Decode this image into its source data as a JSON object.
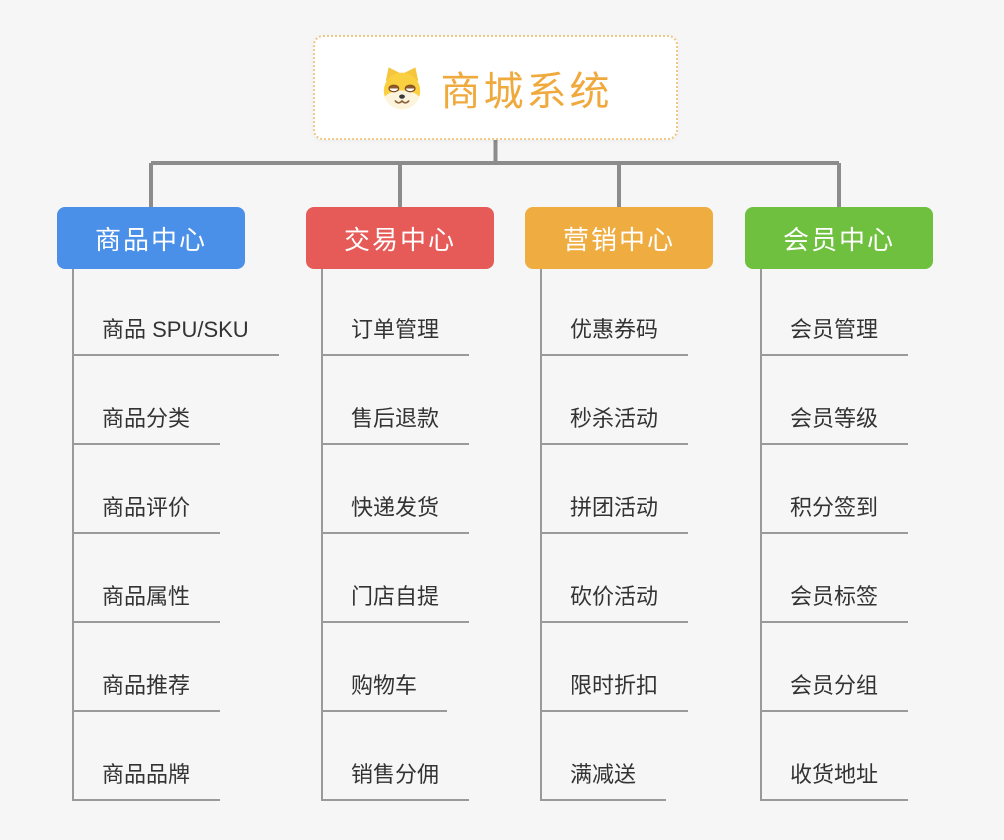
{
  "root": {
    "title": "商城系统",
    "icon": "shiba-dog-face-icon"
  },
  "branches": [
    {
      "label": "商品中心",
      "color": "#4a8fe8",
      "children": [
        "商品 SPU/SKU",
        "商品分类",
        "商品评价",
        "商品属性",
        "商品推荐",
        "商品品牌"
      ]
    },
    {
      "label": "交易中心",
      "color": "#e65b58",
      "children": [
        "订单管理",
        "售后退款",
        "快递发货",
        "门店自提",
        "购物车",
        "销售分佣"
      ]
    },
    {
      "label": "营销中心",
      "color": "#efac40",
      "children": [
        "优惠券码",
        "秒杀活动",
        "拼团活动",
        "砍价活动",
        "限时折扣",
        "满减送"
      ]
    },
    {
      "label": "会员中心",
      "color": "#70c040",
      "children": [
        "会员管理",
        "会员等级",
        "积分签到",
        "会员标签",
        "会员分组",
        "收货地址"
      ]
    }
  ],
  "palette": {
    "background": "#f6f6f7",
    "root_title_color": "#efa93c",
    "root_border_color": "#f0c685",
    "connector_color": "#8c8c8c",
    "child_line_color": "#9a9a9a",
    "child_text_color": "#333333"
  }
}
